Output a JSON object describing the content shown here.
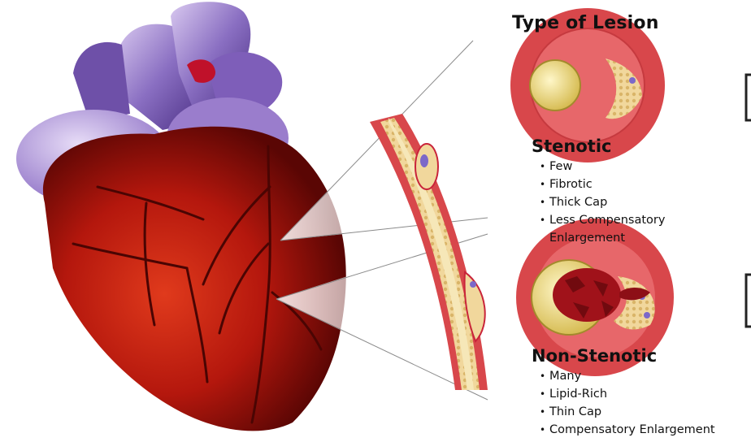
{
  "title": "Type of Lesion",
  "stenotic": {
    "heading": "Stenotic",
    "items": [
      "Few",
      "Fibrotic",
      "Thick Cap",
      "Less Compensatory",
      "Enlargement"
    ]
  },
  "non_stenotic": {
    "heading": "Non-Stenotic",
    "items": [
      "Many",
      "Lipid-Rich",
      "Thin Cap",
      "Compensatory Enlargement"
    ]
  },
  "colors": {
    "vessel_wall": "#d8474b",
    "lumen": "#f4e08a",
    "plaque": "#e9c98a",
    "heart": "#b31b12",
    "aorta": "#8a6fc2",
    "lipid_core": "#a0121a"
  }
}
